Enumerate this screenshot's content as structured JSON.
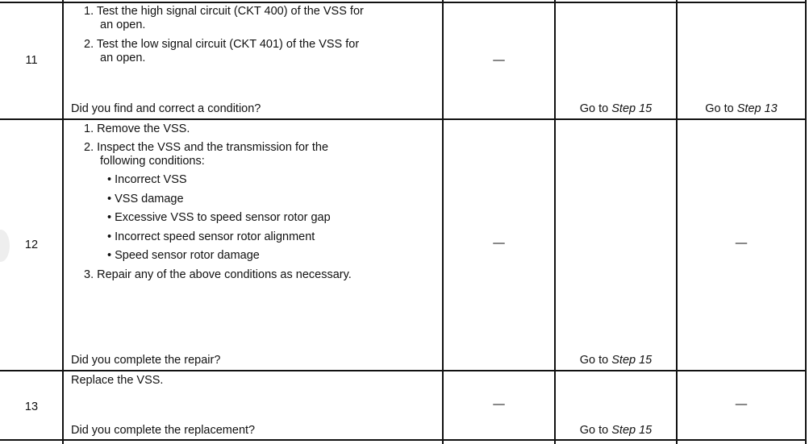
{
  "rows": [
    {
      "step": "11",
      "actions": [
        "1. Test the high signal circuit (CKT 400) of the VSS for",
        "an open.",
        "2. Test the low signal circuit (CKT 401) of the VSS for",
        "an open."
      ],
      "question": "Did you find and correct a condition?",
      "value": "—",
      "yes": {
        "prefix": "Go to ",
        "step": "Step 15"
      },
      "no": {
        "prefix": "Go to ",
        "step": "Step 13"
      }
    },
    {
      "step": "12",
      "actions": [
        "1. Remove the VSS.",
        "2. Inspect the VSS and the transmission for the",
        "following conditions:",
        "• Incorrect VSS",
        "• VSS damage",
        "• Excessive VSS to speed sensor rotor gap",
        "• Incorrect speed sensor rotor alignment",
        "• Speed sensor rotor damage",
        "3. Repair any of the above conditions as necessary."
      ],
      "question": "Did you complete the repair?",
      "value": "—",
      "yes": {
        "prefix": "Go to ",
        "step": "Step 15"
      },
      "no": "—"
    },
    {
      "step": "13",
      "actions": [
        "Replace the VSS."
      ],
      "question": "Did you complete the replacement?",
      "value": "—",
      "yes": {
        "prefix": "Go to ",
        "step": "Step 15"
      },
      "no": "—"
    }
  ]
}
